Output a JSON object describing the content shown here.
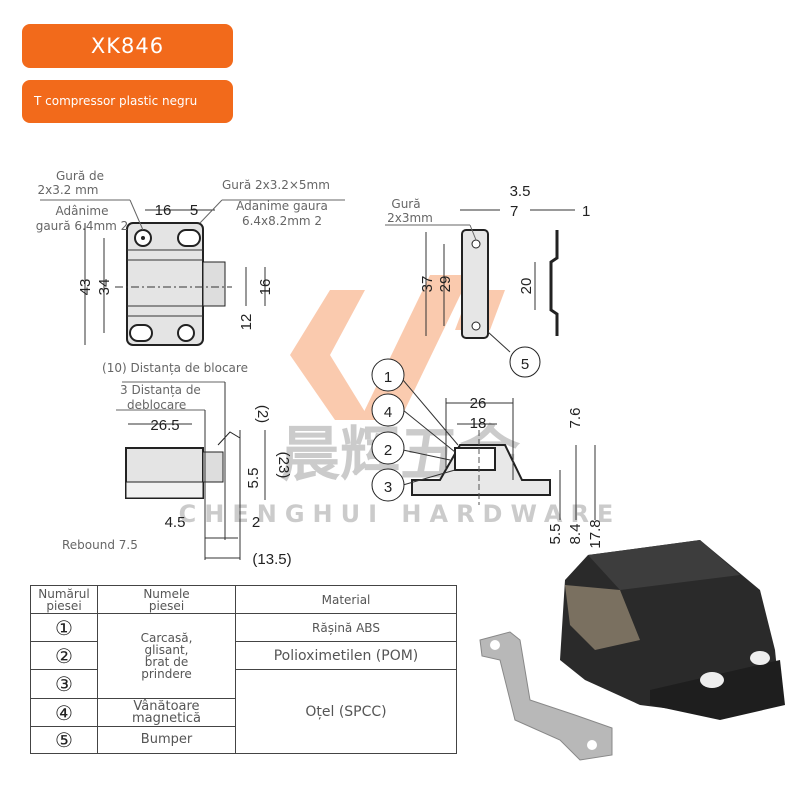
{
  "header": {
    "model": "XK846",
    "subtitle": "T compressor plastic negru"
  },
  "watermark": {
    "cn": "晨辉五金",
    "en": "CHENGHUI HARDWARE",
    "logo": "CH",
    "color": "#f26a1b"
  },
  "front_view": {
    "hole_left": [
      "Gură de",
      "2x3.2 mm"
    ],
    "depth_left": [
      "Adânime",
      "gaură 6.4mm 2"
    ],
    "hole_right": "Gură 2x3.2×5mm",
    "depth_right": [
      "Adanime gaura",
      "6.4x8.2mm 2"
    ],
    "dims": {
      "w1": "16",
      "w2": "5",
      "h_total": "43",
      "h_holes": "34",
      "h_slide": "16",
      "h_inner": "12"
    }
  },
  "strike_view": {
    "hole": [
      "Gură",
      "2x3mm"
    ],
    "dims": {
      "d1": "7",
      "h1": "37",
      "h2": "29",
      "t1": "3.5",
      "t2": "1",
      "h3": "20"
    },
    "part": "5"
  },
  "side_view": {
    "lock": "(10) Distanța de blocare",
    "unlock": [
      "3 Distanța de",
      "deblocare"
    ],
    "rebound": "Rebound 7.5",
    "dims": {
      "len": "26.5",
      "p2": "(2)",
      "h23": "(23)",
      "h55": "5.5",
      "a": "4.5",
      "b": "2",
      "c": "(13.5)"
    }
  },
  "section_view": {
    "parts": [
      "1",
      "4",
      "2",
      "3"
    ],
    "dims": {
      "w1": "26",
      "w2": "18",
      "h1": "7.6",
      "h2": "5.5",
      "h3": "8.4",
      "h4": "17.8"
    }
  },
  "table": {
    "headers": [
      [
        "Numărul",
        "piesei"
      ],
      [
        "Numele",
        "piesei"
      ],
      "Material"
    ],
    "numbers": [
      "①",
      "②",
      "③",
      "④",
      "⑤"
    ],
    "names": [
      [
        "Carcasă,",
        "glisant,",
        "brat de",
        "prindere"
      ],
      [
        "Vânătoare",
        "magnetică"
      ],
      "Bumper"
    ],
    "materials": [
      "Rășină ABS",
      "Polioximetilen (POM)",
      "Oțel (SPCC)"
    ]
  }
}
